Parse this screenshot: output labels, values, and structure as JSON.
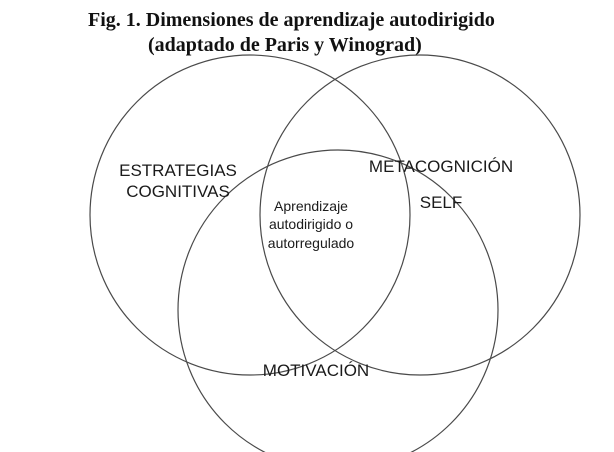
{
  "figure": {
    "title_line_1": "Fig. 1. Dimensiones de aprendizaje autodirigido",
    "title_line_2": "(adaptado de Paris y Winograd)"
  },
  "venn": {
    "sets": [
      {
        "lines": [
          "ESTRATEGIAS",
          "COGNITIVAS"
        ]
      },
      {
        "lines": [
          "METACOGNICIÓN",
          "SELF"
        ]
      },
      {
        "lines": [
          "MOTIVACIÓN"
        ]
      }
    ],
    "intersection": {
      "lines": [
        "Aprendizaje",
        "autodirigido o",
        "autorregulado"
      ]
    },
    "stroke_color": "#4a4a4a"
  }
}
